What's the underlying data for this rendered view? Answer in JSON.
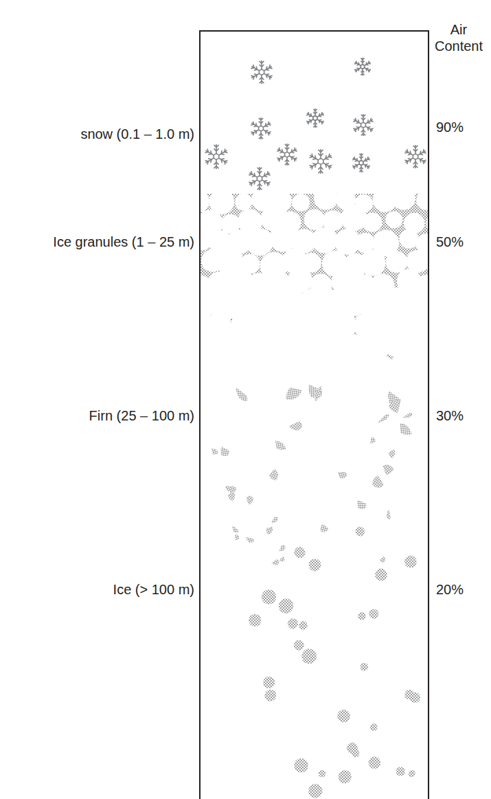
{
  "diagram": {
    "labels": [
      "Air Content",
      "snow (0.1 – 1.0 m)",
      "90%",
      "Ice granules (1 – 25 m)",
      "50%",
      "Firn (25 – 100 m)",
      "30%",
      "Ice (> 100 m)",
      "20%"
    ]
  }
}
